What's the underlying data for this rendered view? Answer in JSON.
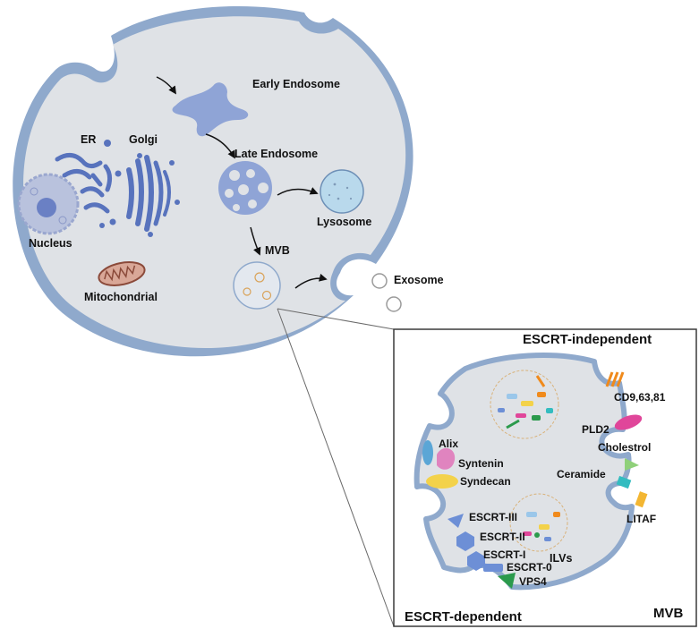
{
  "cell": {
    "organelles": {
      "early_endosome": "Early Endosome",
      "late_endosome": "Late Endosome",
      "er": "ER",
      "golgi": "Golgi",
      "lysosome": "Lysosome",
      "nucleus": "Nucleus",
      "mitochondrial": "Mitochondrial",
      "mvb": "MVB",
      "exosome": "Exosome"
    }
  },
  "inset": {
    "title_top": "ESCRT-independent",
    "title_bottom_left": "ESCRT-dependent",
    "title_bottom_right": "MVB",
    "independent_labels": [
      "CD9,63,81",
      "PLD2",
      "Cholestrol",
      "Ceramide",
      "LITAF"
    ],
    "dependent_labels": [
      "Alix",
      "Syntenin",
      "Syndecan",
      "ESCRT-III",
      "ESCRT-II",
      "ESCRT-I",
      "ESCRT-0",
      "VPS4"
    ],
    "ilv_label": "ILVs"
  },
  "colors": {
    "cell_membrane": "#8fa9cc",
    "cytoplasm": "#dfe2e6",
    "organelle_blue": "#8fa4d6",
    "mitochondria": "#8b4a3a",
    "escrt_blue": "#6d8fd6",
    "green": "#2b9a4c",
    "pink": "#e0469a",
    "orange": "#f08a1c",
    "yellow": "#f3d24a",
    "teal": "#33bcc0"
  }
}
